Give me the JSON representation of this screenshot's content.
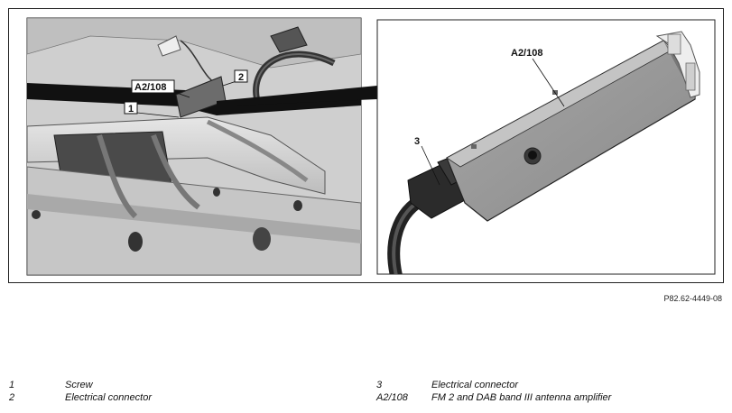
{
  "callouts": {
    "c1": "1",
    "c2": "2",
    "c3": "3",
    "a2_left": "A2/108",
    "a2_right": "A2/108"
  },
  "reference_code": "P82.62-4449-08",
  "legend": {
    "left": [
      {
        "key": "1",
        "text": "Screw"
      },
      {
        "key": "2",
        "text": "Electrical connector"
      }
    ],
    "right": [
      {
        "key": "3",
        "text": "Electrical connector"
      },
      {
        "key": "A2/108",
        "text": "FM 2 and DAB band III antenna amplifier"
      }
    ]
  }
}
